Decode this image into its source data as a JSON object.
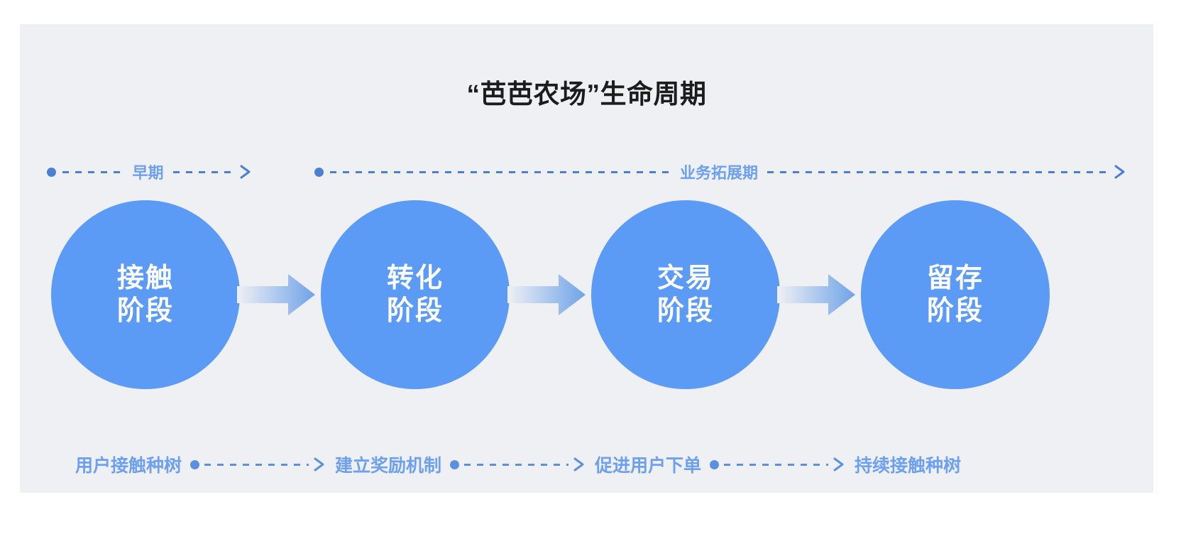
{
  "diagram": {
    "title": "“芭芭农场”生命周期",
    "background_color": "#eff0f4",
    "accent_color": "#5b9bf5",
    "label_color": "#6ea0f0",
    "phases": [
      {
        "label": "早期",
        "dot_icon": "phase-start-dot",
        "arrow_icon": "phase-arrow-icon"
      },
      {
        "label": "业务拓展期",
        "dot_icon": "phase-start-dot",
        "arrow_icon": "phase-arrow-icon"
      }
    ],
    "stages": [
      {
        "line1": "接触",
        "line2": "阶段"
      },
      {
        "line1": "转化",
        "line2": "阶段"
      },
      {
        "line1": "交易",
        "line2": "阶段"
      },
      {
        "line1": "留存",
        "line2": "阶段"
      }
    ],
    "stage_connectors": [
      {
        "icon": "chevron-arrow-icon"
      },
      {
        "icon": "chevron-arrow-icon"
      },
      {
        "icon": "chevron-arrow-icon"
      }
    ],
    "steps": [
      {
        "label": "用户接触种树"
      },
      {
        "label": "建立奖励机制"
      },
      {
        "label": "促进用户下单"
      },
      {
        "label": "持续接触种树"
      }
    ],
    "step_connectors": [
      {
        "dot_icon": "step-dot-icon",
        "arrow_icon": "step-arrow-icon"
      },
      {
        "dot_icon": "step-dot-icon",
        "arrow_icon": "step-arrow-icon"
      },
      {
        "dot_icon": "step-dot-icon",
        "arrow_icon": "step-arrow-icon"
      }
    ]
  }
}
